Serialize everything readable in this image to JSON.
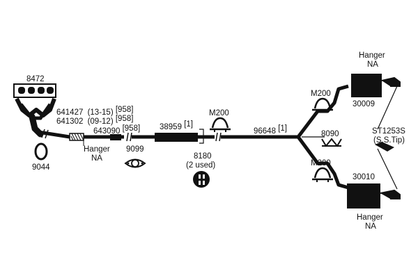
{
  "diagram": {
    "line_color": "#111111",
    "background": "#ffffff",
    "parts": {
      "manifold": {
        "number": "8472"
      },
      "gasket_ring": {
        "number": "9044"
      },
      "converter_a": {
        "number": "641427",
        "years": "(13-15)",
        "note": "[958]"
      },
      "converter_b": {
        "number": "641302",
        "years": "(09-12)",
        "note": "[958]"
      },
      "flex_pipe": {
        "number": "643090",
        "note": "[958]"
      },
      "hanger_front": {
        "line1": "Hanger",
        "line2": "NA"
      },
      "flange_gasket": {
        "number": "9099"
      },
      "resonator": {
        "number": "38959",
        "note": "[1]"
      },
      "clamp_mid": {
        "number": "M200"
      },
      "insulator": {
        "number": "8180",
        "qty": "(2 used)"
      },
      "y_pipe": {
        "number": "96648",
        "note": "[1]"
      },
      "clamp_upper": {
        "number": "M200"
      },
      "clamp_lower": {
        "number": "M200"
      },
      "bracket": {
        "number": "8090"
      },
      "hanger_upper": {
        "line1": "Hanger",
        "line2": "NA"
      },
      "muffler_upper": {
        "number": "30009"
      },
      "muffler_lower": {
        "number": "30010"
      },
      "hanger_lower": {
        "line1": "Hanger",
        "line2": "NA"
      },
      "tip": {
        "number": "ST1253S",
        "desc": "(S.S.Tip)"
      }
    }
  }
}
